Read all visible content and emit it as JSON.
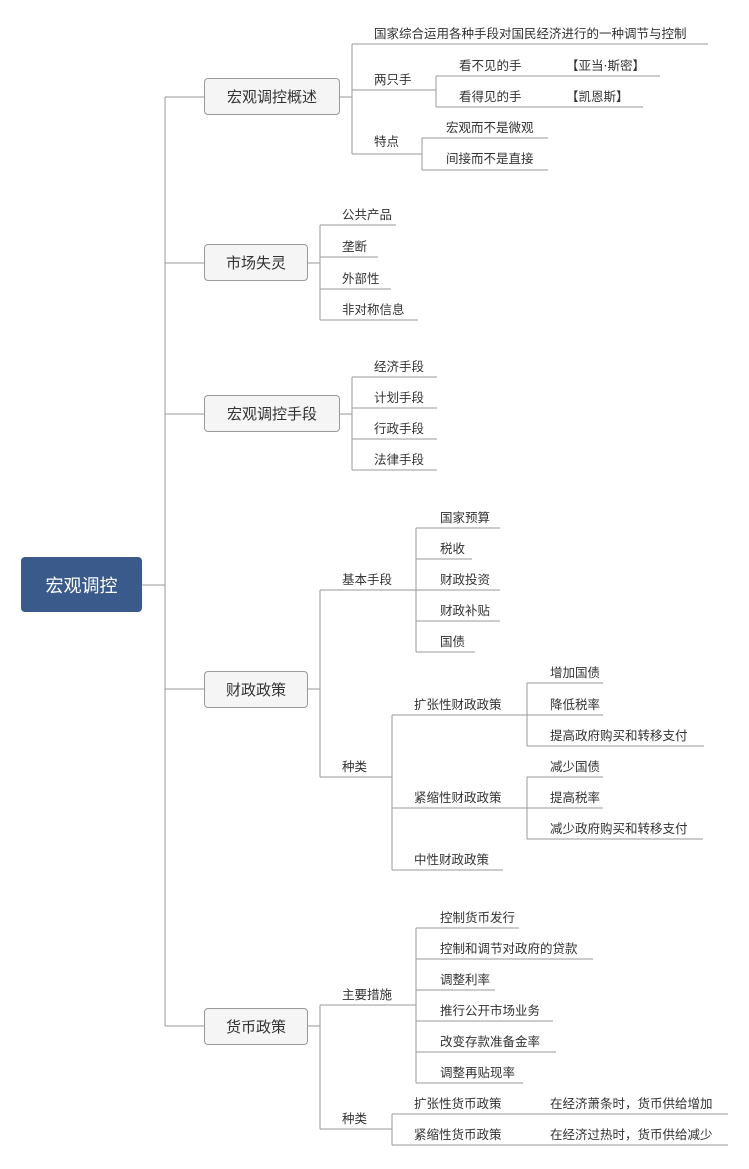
{
  "root": "宏观调控",
  "branches": [
    {
      "label": "宏观调控概述",
      "children": [
        {
          "label": "国家综合运用各种手段对国民经济进行的一种调节与控制"
        },
        {
          "label": "两只手",
          "children": [
            {
              "label": "看不见的手",
              "note": "【亚当·斯密】"
            },
            {
              "label": "看得见的手",
              "note": "【凯恩斯】"
            }
          ]
        },
        {
          "label": "特点",
          "children": [
            {
              "label": "宏观而不是微观"
            },
            {
              "label": "间接而不是直接"
            }
          ]
        }
      ]
    },
    {
      "label": "市场失灵",
      "children": [
        {
          "label": "公共产品"
        },
        {
          "label": "垄断"
        },
        {
          "label": "外部性"
        },
        {
          "label": "非对称信息"
        }
      ]
    },
    {
      "label": "宏观调控手段",
      "children": [
        {
          "label": "经济手段"
        },
        {
          "label": "计划手段"
        },
        {
          "label": "行政手段"
        },
        {
          "label": "法律手段"
        }
      ]
    },
    {
      "label": "财政政策",
      "children": [
        {
          "label": "基本手段",
          "children": [
            {
              "label": "国家预算"
            },
            {
              "label": "税收"
            },
            {
              "label": "财政投资"
            },
            {
              "label": "财政补贴"
            },
            {
              "label": "国债"
            }
          ]
        },
        {
          "label": "种类",
          "children": [
            {
              "label": "扩张性财政政策",
              "children": [
                {
                  "label": "增加国债"
                },
                {
                  "label": "降低税率"
                },
                {
                  "label": "提高政府购买和转移支付"
                }
              ]
            },
            {
              "label": "紧缩性财政政策",
              "children": [
                {
                  "label": "减少国债"
                },
                {
                  "label": "提高税率"
                },
                {
                  "label": "减少政府购买和转移支付"
                }
              ]
            },
            {
              "label": "中性财政政策"
            }
          ]
        }
      ]
    },
    {
      "label": "货币政策",
      "children": [
        {
          "label": "主要措施",
          "children": [
            {
              "label": "控制货币发行"
            },
            {
              "label": "控制和调节对政府的贷款"
            },
            {
              "label": "调整利率"
            },
            {
              "label": "推行公开市场业务"
            },
            {
              "label": "改变存款准备金率"
            },
            {
              "label": "调整再贴现率"
            }
          ]
        },
        {
          "label": "种类",
          "children": [
            {
              "label": "扩张性货币政策",
              "children": [
                {
                  "label": "在经济萧条时，货币供给增加"
                }
              ]
            },
            {
              "label": "紧缩性货币政策",
              "children": [
                {
                  "label": "在经济过热时，货币供给减少"
                }
              ]
            }
          ]
        }
      ]
    }
  ],
  "colors": {
    "line": "#9a9a9a",
    "root_fill": "#3a5a8c",
    "topic_fill": "#f5f5f5",
    "text": "#333333"
  }
}
